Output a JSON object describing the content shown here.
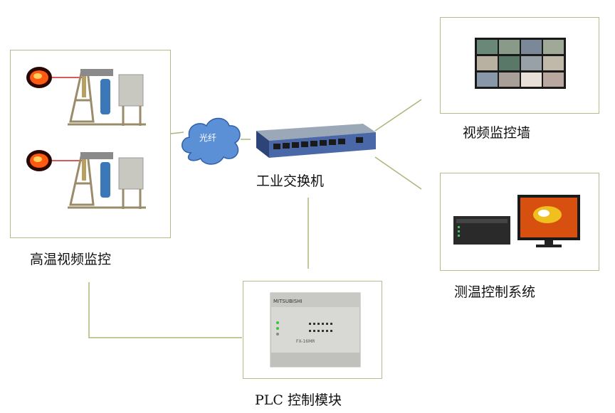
{
  "nodes": {
    "high_temp_video": {
      "label": "高温视频监控"
    },
    "switch": {
      "label": "工业交换机"
    },
    "fiber": {
      "label": "光纤"
    },
    "video_wall": {
      "label": "视频监控墙"
    },
    "temp_control": {
      "label": "测温控制系统"
    },
    "plc": {
      "label": "PLC 控制模块"
    }
  },
  "images": {
    "plc_brand": "MITSUBISHI",
    "plc_model": "FX-16MR"
  },
  "colors": {
    "connector": "#a8b878",
    "frame": "#b9b98a",
    "cloud": "#5b8fd6"
  }
}
